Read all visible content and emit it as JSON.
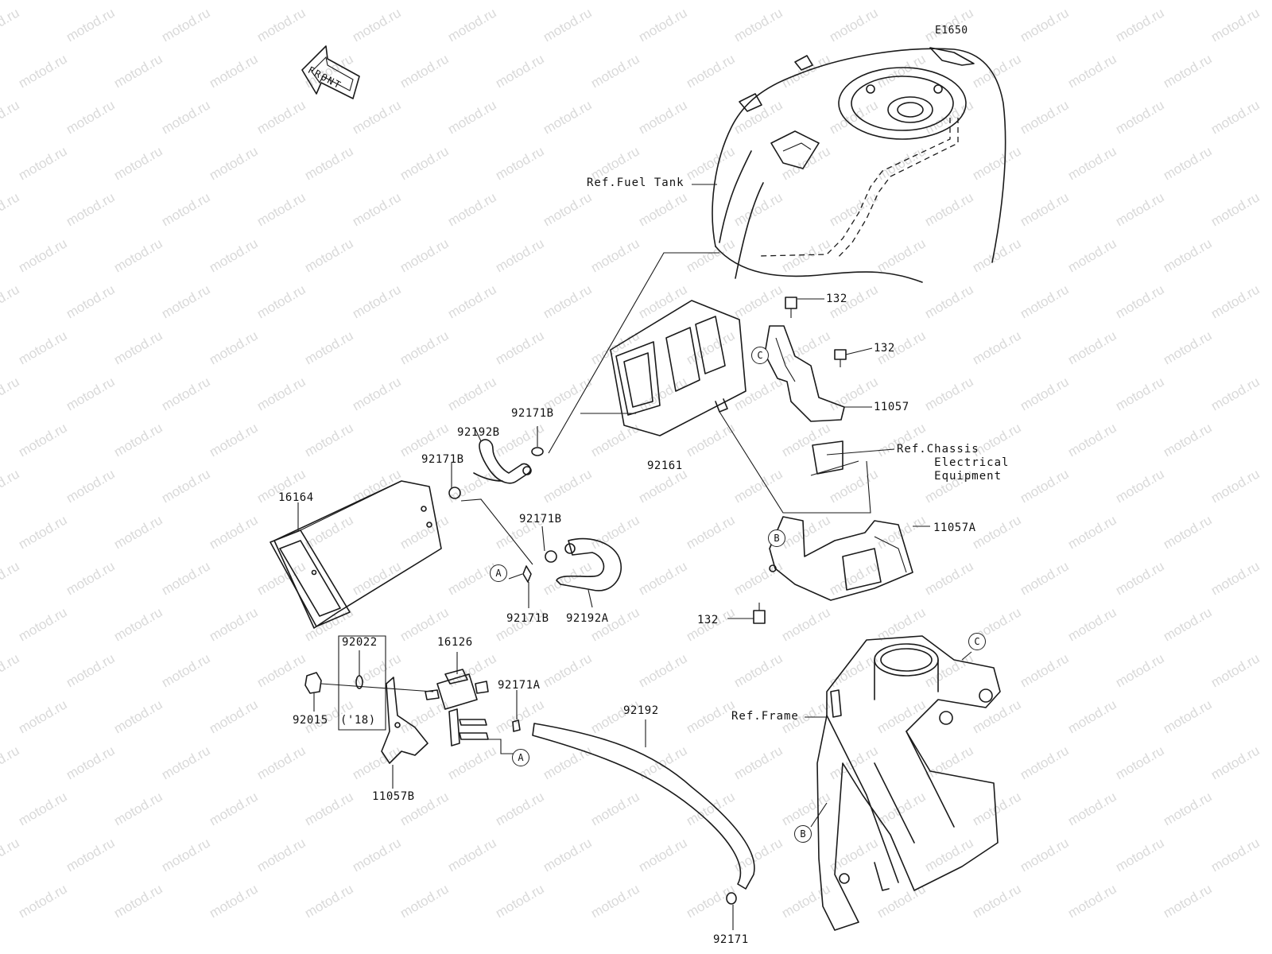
{
  "diagram": {
    "code": "E1650",
    "front_arrow": "FRONT",
    "watermark": "motod.ru",
    "part_labels": [
      {
        "id": "132a",
        "text": "132"
      },
      {
        "id": "132b",
        "text": "132"
      },
      {
        "id": "11057",
        "text": "11057"
      },
      {
        "id": "92161",
        "text": "92161"
      },
      {
        "id": "92192b",
        "text": "92192B"
      },
      {
        "id": "92171b_top",
        "text": "92171B"
      },
      {
        "id": "92171b_left",
        "text": "92171B"
      },
      {
        "id": "16164",
        "text": "16164"
      },
      {
        "id": "92171b_mid",
        "text": "92171B"
      },
      {
        "id": "92171b_low",
        "text": "92171B"
      },
      {
        "id": "92192a",
        "text": "92192A"
      },
      {
        "id": "11057a",
        "text": "11057A"
      },
      {
        "id": "132c",
        "text": "132"
      },
      {
        "id": "92022",
        "text": "92022"
      },
      {
        "id": "16126",
        "text": "16126"
      },
      {
        "id": "92171a",
        "text": "92171A"
      },
      {
        "id": "92192",
        "text": "92192"
      },
      {
        "id": "92015",
        "text": "92015"
      },
      {
        "id": "year18",
        "text": "('18)"
      },
      {
        "id": "11057b",
        "text": "11057B"
      },
      {
        "id": "92171",
        "text": "92171"
      }
    ],
    "references": {
      "fuel_tank": "Ref.Fuel Tank",
      "chassis": "Ref.Chassis\n     Electrical\n     Equipment",
      "frame": "Ref.Frame"
    },
    "markers": [
      {
        "id": "c1",
        "text": "C"
      },
      {
        "id": "b1",
        "text": "B"
      },
      {
        "id": "a1",
        "text": "A"
      },
      {
        "id": "a2",
        "text": "A"
      },
      {
        "id": "c2",
        "text": "C"
      },
      {
        "id": "b2",
        "text": "B"
      }
    ]
  }
}
